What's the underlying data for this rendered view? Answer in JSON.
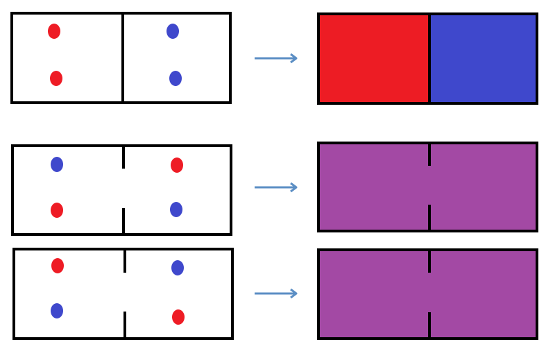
{
  "colors": {
    "background": "#ffffff",
    "outline": "#000000",
    "red_particle": "#ee1c25",
    "blue_particle": "#3f48cc",
    "red_fill": "#ed1c24",
    "blue_fill": "#3f48cc",
    "mixed_fill": "#a349a4",
    "arrow": "#5b8ec4"
  },
  "rows": [
    {
      "divider": "closed",
      "before": {
        "left_particles": [
          "red",
          "red"
        ],
        "right_particles": [
          "blue",
          "blue"
        ]
      },
      "arrow": "arrow-right-icon",
      "after": {
        "left_fill": "red",
        "right_fill": "blue",
        "divider": "closed"
      }
    },
    {
      "divider": "open",
      "before": {
        "left_particles": [
          "blue",
          "red"
        ],
        "right_particles": [
          "red",
          "blue"
        ]
      },
      "arrow": "arrow-right-icon",
      "after": {
        "left_fill": "mixed",
        "right_fill": "mixed",
        "divider": "open"
      }
    },
    {
      "divider": "open",
      "before": {
        "left_particles": [
          "red",
          "blue"
        ],
        "right_particles": [
          "blue",
          "red"
        ]
      },
      "arrow": "arrow-right-icon",
      "after": {
        "left_fill": "mixed",
        "right_fill": "mixed",
        "divider": "open"
      }
    }
  ]
}
